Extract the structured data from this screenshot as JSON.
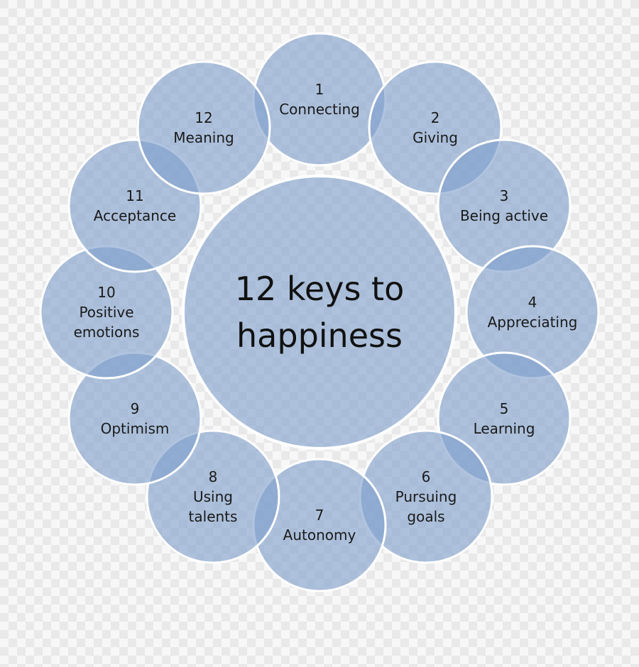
{
  "center": {
    "line1": "12 keys to",
    "line2": "happiness"
  },
  "keys": [
    {
      "num": "1",
      "lines": [
        "Connecting"
      ]
    },
    {
      "num": "2",
      "lines": [
        "Giving"
      ]
    },
    {
      "num": "3",
      "lines": [
        "Being active"
      ]
    },
    {
      "num": "4",
      "lines": [
        "Appreciating"
      ]
    },
    {
      "num": "5",
      "lines": [
        "Learning"
      ]
    },
    {
      "num": "6",
      "lines": [
        "Pursuing",
        "goals"
      ]
    },
    {
      "num": "7",
      "lines": [
        "Autonomy"
      ]
    },
    {
      "num": "8",
      "lines": [
        "Using",
        "talents"
      ]
    },
    {
      "num": "9",
      "lines": [
        "Optimism"
      ]
    },
    {
      "num": "10",
      "lines": [
        "Positive",
        "emotions"
      ]
    },
    {
      "num": "11",
      "lines": [
        "Acceptance"
      ]
    },
    {
      "num": "12",
      "lines": [
        "Meaning"
      ]
    }
  ],
  "colors": {
    "fill": "#7f9fcc",
    "stroke": "#ffffff",
    "text": "#1a1a1a"
  }
}
